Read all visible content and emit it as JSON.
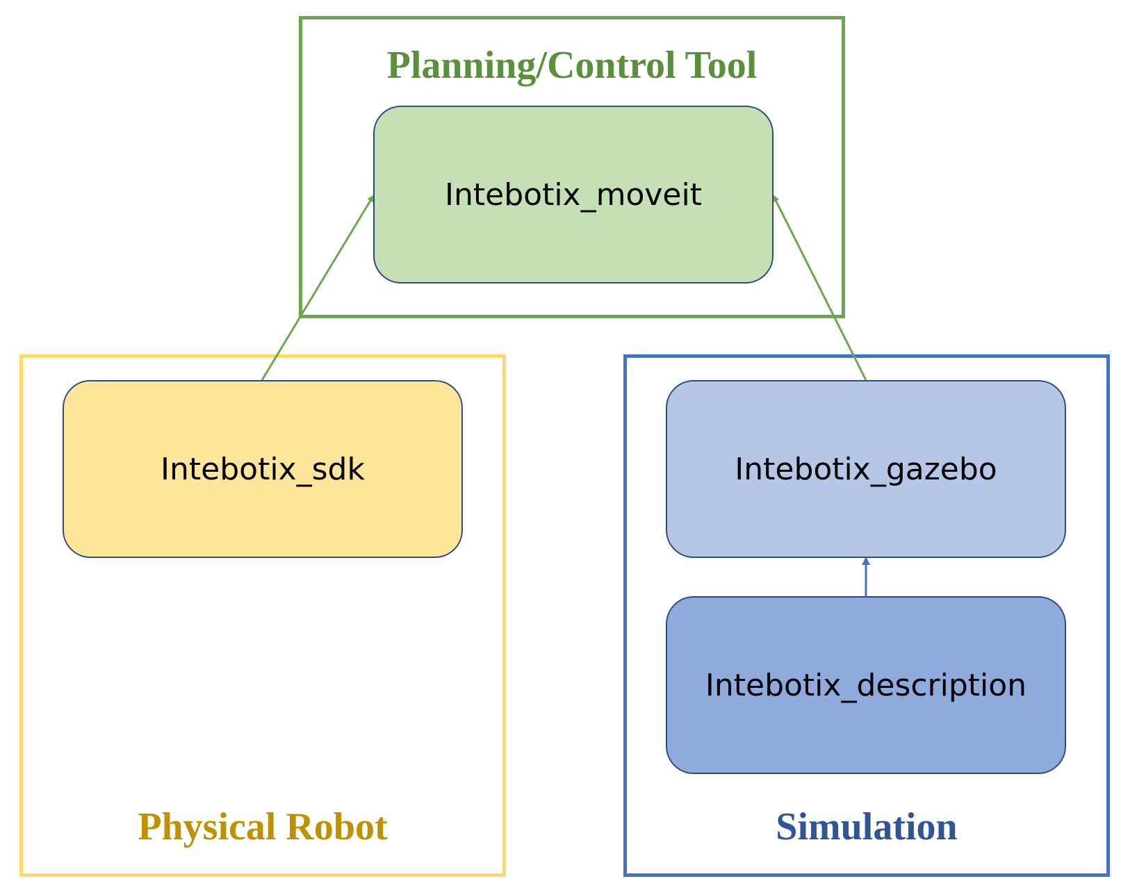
{
  "groups": {
    "planning": {
      "title": "Planning/Control Tool",
      "color": "#6aa84f",
      "title_color": "#5b8f3b"
    },
    "physical": {
      "title": "Physical Robot",
      "color": "#fcd96a",
      "title_color": "#bf9000"
    },
    "simulation": {
      "title": "Simulation",
      "color": "#4472c4",
      "title_color": "#2f5597"
    }
  },
  "nodes": {
    "moveit": {
      "label": "Intebotix_moveit",
      "fill": "#c5e0b4"
    },
    "sdk": {
      "label": "Intebotix_sdk",
      "fill": "#fde59a"
    },
    "gazebo": {
      "label": "Intebotix_gazebo",
      "fill": "#b4c7e7"
    },
    "description": {
      "label": "Intebotix_description",
      "fill": "#8faadc"
    }
  },
  "edges": [
    {
      "from": "sdk",
      "to": "moveit",
      "color": "#6aa84f"
    },
    {
      "from": "gazebo",
      "to": "moveit",
      "color": "#6aa84f"
    },
    {
      "from": "description",
      "to": "gazebo",
      "color": "#4472c4"
    }
  ]
}
